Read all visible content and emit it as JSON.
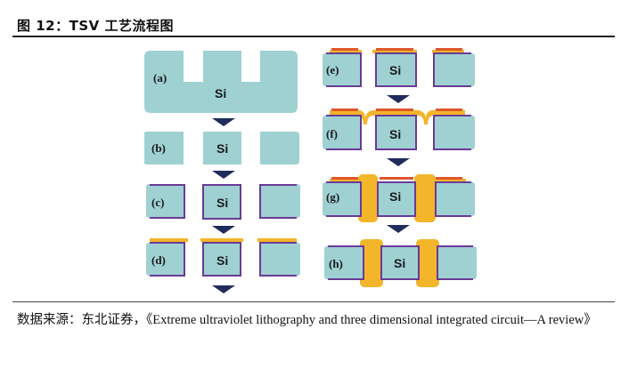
{
  "header": {
    "title": "图 12：TSV 工艺流程图"
  },
  "diagram": {
    "colors": {
      "silicon": "#9fd1d3",
      "liner": "#6b3a96",
      "metal_pad": "#e0572a",
      "copper_fill": "#f3b52a",
      "arrow": "#1f2c5c"
    },
    "steps": [
      {
        "label": "(a)",
        "material": "Si"
      },
      {
        "label": "(b)",
        "material": "Si"
      },
      {
        "label": "(c)",
        "material": "Si"
      },
      {
        "label": "(d)",
        "material": "Si"
      },
      {
        "label": "(e)",
        "material": "Si"
      },
      {
        "label": "(f)",
        "material": "Si"
      },
      {
        "label": "(g)",
        "material": "Si"
      },
      {
        "label": "(h)",
        "material": "Si"
      }
    ]
  },
  "source": {
    "text": "数据来源：东北证券，《Extreme ultraviolet lithography and three dimensional integrated circuit—A review》"
  }
}
